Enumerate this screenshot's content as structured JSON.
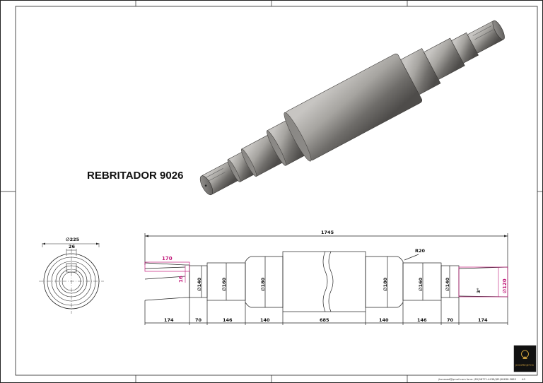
{
  "title": "REBRITADOR 9026",
  "colors": {
    "magenta": "#c2187a",
    "line": "#222222",
    "shaft_mid": "#8e8c89"
  },
  "end_view": {
    "outer_dia": "∅225",
    "keyway": "26"
  },
  "dims": {
    "overall": "1745",
    "radius": "R20",
    "taper_len_left": "170",
    "taper_key_left": "16",
    "taper_angle_right": "3°",
    "taper_dia_right": "∅120",
    "diameters": [
      "∅140",
      "∅160",
      "∅180",
      "∅180",
      "∅160",
      "∅140"
    ],
    "lengths": [
      "174",
      "70",
      "146",
      "140",
      "685",
      "140",
      "146",
      "70",
      "174"
    ]
  },
  "footer": {
    "contact": "jhonsaed@gmail.com  fone: (85)98771-4438/(85)98638-3883",
    "sheet": "A3"
  },
  "logo": {
    "text": "JHONPROJETOS"
  }
}
